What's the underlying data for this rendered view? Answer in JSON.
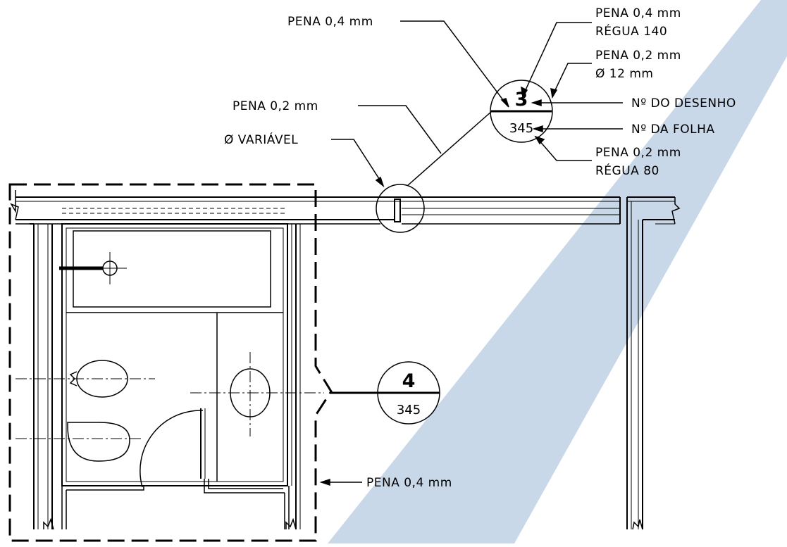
{
  "colors": {
    "ink": "#000000",
    "accent_band": "#c9d8e9",
    "background": "#ffffff"
  },
  "labels": {
    "pen_04_top": "PENA 0,4 mm",
    "pen_02_left": "PENA 0,2 mm",
    "diameter_variable": "Ø VARIÁVEL",
    "pen_04_right_a": "PENA 0,4 mm",
    "pen_04_right_b": "RÉGUA 140",
    "pen_02_right_a": "PENA 0,2 mm",
    "pen_02_right_b": "Ø 12 mm",
    "drawing_no": "Nº DO DESENHO",
    "sheet_no": "Nº DA FOLHA",
    "pen_02_bottom_a": "PENA 0,2 mm",
    "pen_02_bottom_b": "RÉGUA 80",
    "pen_04_bottom": "PENA 0,4 mm"
  },
  "detail_callout": {
    "drawing": "3",
    "sheet": "345"
  },
  "section_callout": {
    "drawing": "4",
    "sheet": "345"
  }
}
